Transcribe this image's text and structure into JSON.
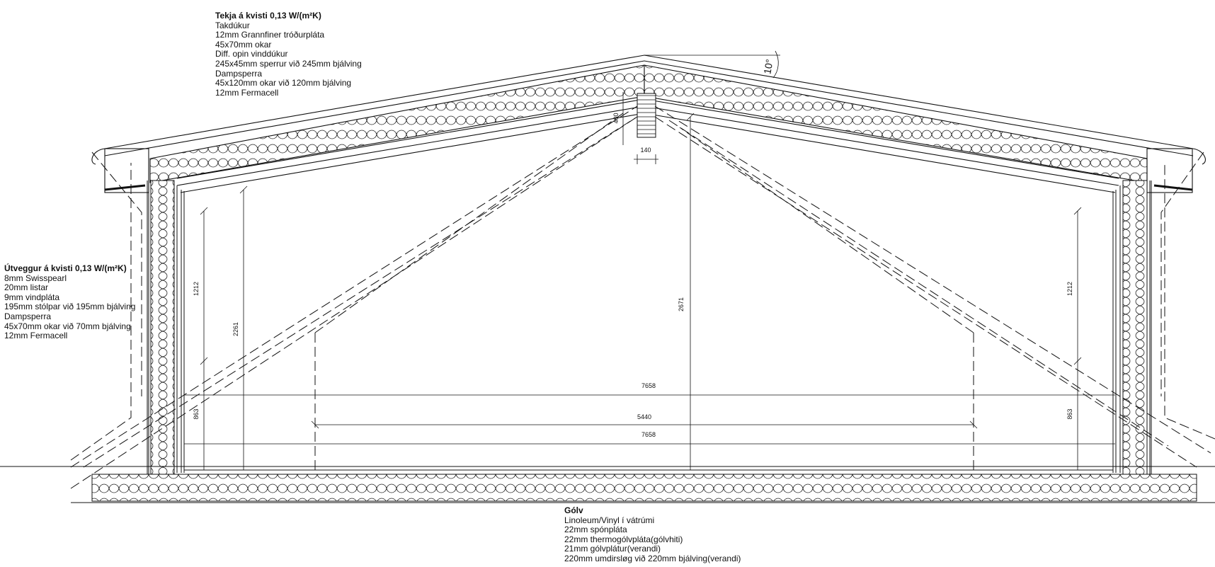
{
  "roof_note": {
    "title": "Tekja á kvisti 0,13 W/(m²K)",
    "lines": [
      "Takdúkur",
      "12mm Grannfiner tróðurpláta",
      "45x70mm okar",
      "Diff. opin vinddúkur",
      "245x45mm sperrur við 245mm bjálving",
      "Dampsperra",
      "45x120mm okar við 120mm bjálving",
      "12mm Fermacell"
    ]
  },
  "wall_note": {
    "title": "Útveggur á kvisti 0,13 W/(m²K)",
    "lines": [
      "8mm Swisspearl",
      "20mm listar",
      "9mm vindpláta",
      "195mm stólpar við 195mm bjálving",
      "Dampsperra",
      "45x70mm okar við 70mm bjálving",
      "12mm Fermacell"
    ]
  },
  "floor_note": {
    "title": "Gólv",
    "lines": [
      "Linoleum/Vinyl í vátrúmi",
      "22mm spónpláta",
      "22mm thermogólvpláta(gólvhiti)",
      "21mm gólvplátur(verandi)",
      "220mm umdirsløg við 220mm bjálving(verandi)"
    ]
  },
  "dimensions": {
    "width_outer": "7658",
    "width_inner": "5440",
    "width_floor": "7658",
    "ridge_height": "2671",
    "left_upper": "1212",
    "left_total": "2261",
    "left_lower": "863",
    "right_upper": "1212",
    "right_lower": "863",
    "ridge_beam_height": "400",
    "ridge_beam_width": "140",
    "roof_angle": "10°"
  }
}
